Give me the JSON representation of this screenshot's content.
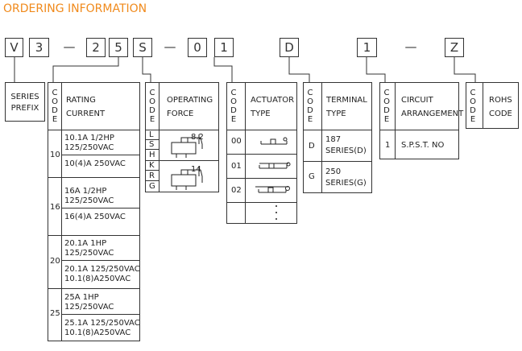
{
  "title": "ORDERING INFORMATION",
  "part_boxes": [
    "V",
    "3",
    "—",
    "2",
    "5",
    "S",
    "—",
    "0",
    "1",
    "D",
    "1",
    "—",
    "Z"
  ],
  "series": {
    "label_line1": "SERIES",
    "label_line2": "PREFIX"
  },
  "code_letters": [
    "C",
    "O",
    "D",
    "E"
  ],
  "rating": {
    "header_line1": "RATING",
    "header_line2": "CURRENT",
    "rows": [
      {
        "code": "10",
        "line1": "10.1A  1/2HP",
        "line2": "125/250VAC",
        "line3": "10(4)A 250VAC",
        "line4": ""
      },
      {
        "code": "16",
        "line1": "16A 1/2HP",
        "line2": "125/250VAC",
        "line3": "16(4)A 250VAC",
        "line4": ""
      },
      {
        "code": "20",
        "line1": "20.1A 1HP",
        "line2": "125/250VAC",
        "line3": "20.1A 125/250VAC",
        "line4": "10.1(8)A250VAC"
      },
      {
        "code": "25",
        "line1": "25A 1HP",
        "line2": "125/250VAC",
        "line3": "25.1A 125/250VAC",
        "line4": "10.1(8)A250VAC"
      }
    ]
  },
  "operating": {
    "header_line1": "OPERATING",
    "header_line2": "FORCE",
    "codes": [
      "L",
      "S",
      "H",
      "K",
      "R",
      "G"
    ],
    "dim1": "8.2",
    "dim2": "14"
  },
  "actuator": {
    "header_line1": "ACTUATOR",
    "header_line2": "TYPE",
    "codes": [
      "00",
      "01",
      "02"
    ]
  },
  "terminal": {
    "header_line1": "TERMINAL",
    "header_line2": "TYPE",
    "rows": [
      {
        "code": "D",
        "line1": "187",
        "line2": "SERIES(D)"
      },
      {
        "code": "G",
        "line1": "250",
        "line2": "SERIES(G)"
      }
    ]
  },
  "circuit": {
    "header_line1": "CIRCUIT",
    "header_line2": "ARRANGEMENT",
    "rows": [
      {
        "code": "1",
        "text": "S.P.S.T.  NO"
      }
    ]
  },
  "rohs": {
    "header_line1": "ROHS",
    "header_line2": "CODE"
  },
  "colors": {
    "title": "#f08a1c",
    "lines": "#333333"
  }
}
